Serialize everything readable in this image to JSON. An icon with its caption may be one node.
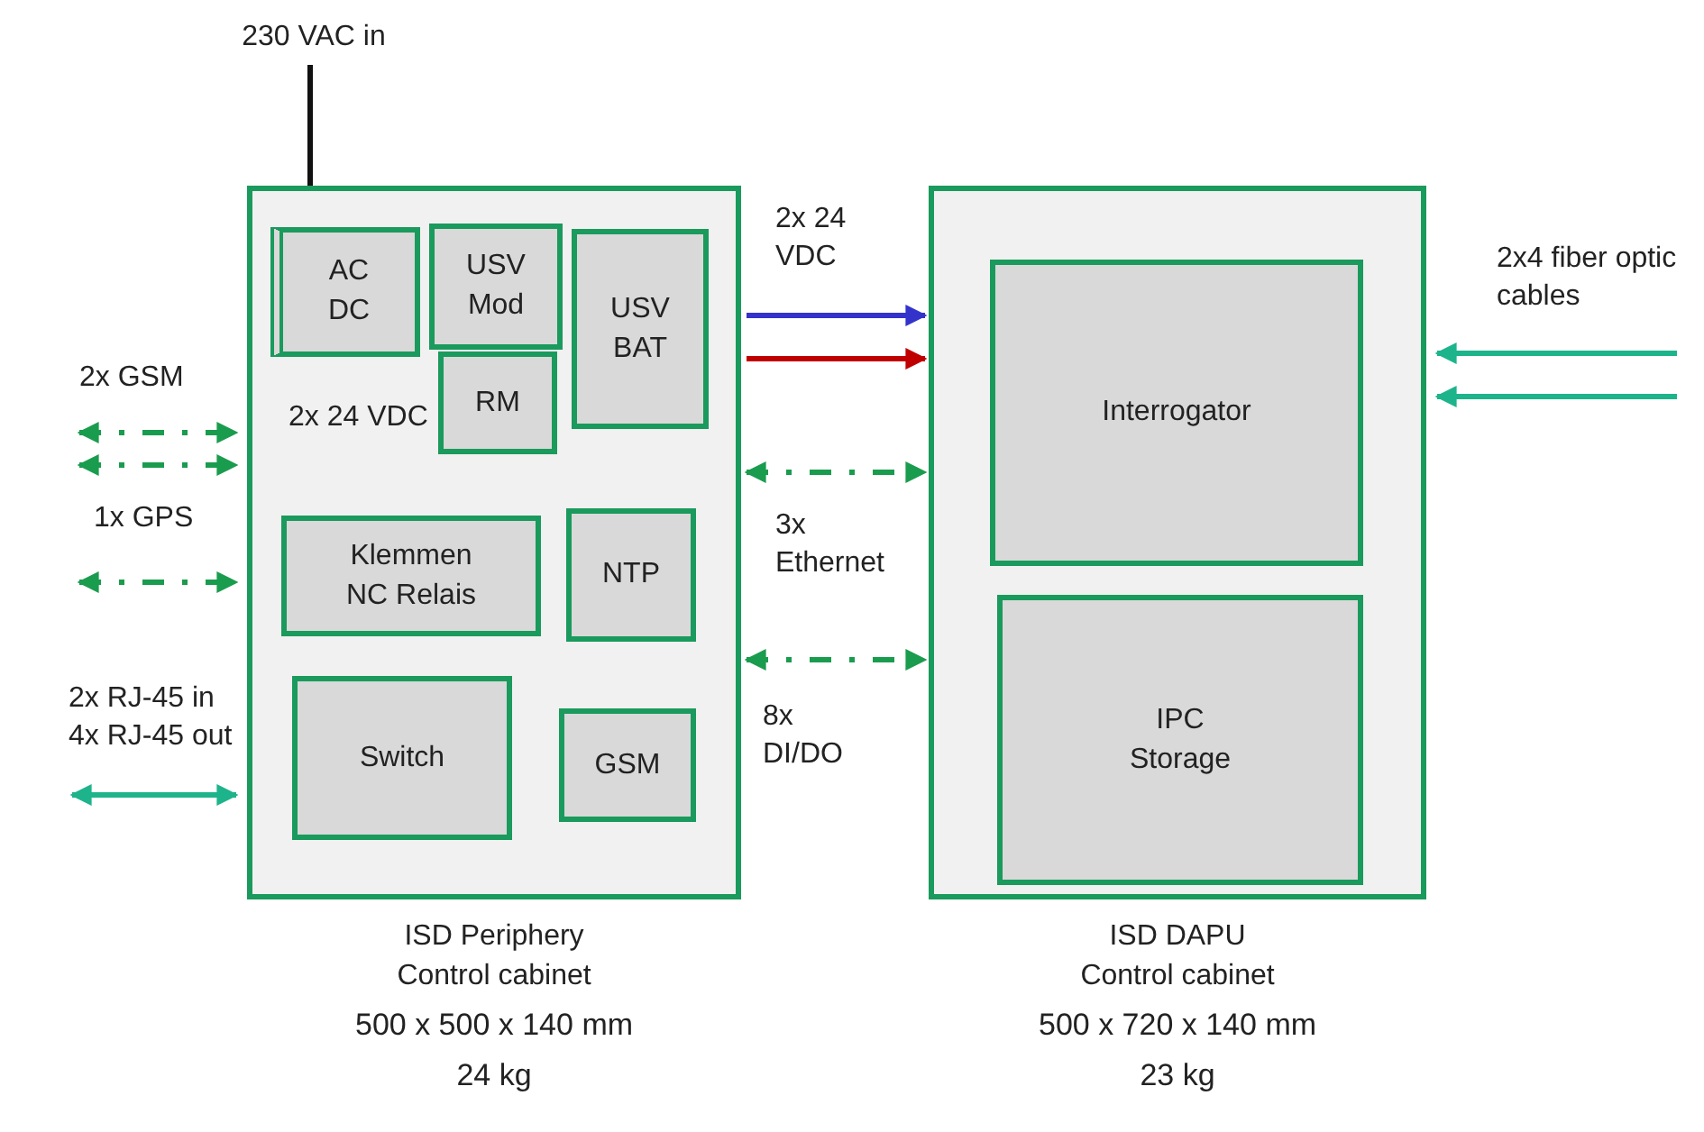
{
  "diagram": {
    "nodes": [
      {
        "text": [
          "ISD Periphery Control cabinet"
        ],
        "beside": [
          "500 x 500 x 140 mm",
          "24 kg"
        ]
      },
      {
        "text": [
          "AC DC"
        ],
        "in": 0
      },
      {
        "text": [
          "USV Mod"
        ],
        "in": 0
      },
      {
        "text": [
          "USV BAT"
        ],
        "in": 0
      },
      {
        "text": [
          "RM"
        ],
        "in": 0
      },
      {
        "text": [
          "Klemmen NC Relais"
        ],
        "in": 0
      },
      {
        "text": [
          "NTP"
        ],
        "in": 0
      },
      {
        "text": [
          "Switch"
        ],
        "in": 0
      },
      {
        "text": [
          "GSM"
        ],
        "in": 0
      },
      {
        "text": [
          "ISD DAPU Control cabinet"
        ],
        "beside": [
          "500 x 720 x 140 mm",
          "23 kg"
        ]
      },
      {
        "text": [
          "Interrogator"
        ],
        "in": 9
      },
      {
        "text": [
          "IPC Storage"
        ],
        "in": 9
      },
      {
        "text": [
          "230 VAC in"
        ]
      }
    ],
    "edges": [
      {
        "from": 12,
        "to": 1,
        "arrow": "to",
        "color": "#111111"
      },
      {
        "from": null,
        "to": 0,
        "arrow": "both",
        "style": "dashed"
      },
      {
        "from": null,
        "to": 0,
        "arrow": "both",
        "style": "dashed"
      },
      {
        "from": null,
        "to": 0,
        "arrow": "both",
        "style": "dashed"
      },
      {
        "from": null,
        "to": 0,
        "arrow": "both",
        "color": "#1db48b"
      },
      {
        "from": 0,
        "to": 9,
        "arrow": "to",
        "color": "#3333cc"
      },
      {
        "from": 0,
        "to": 9,
        "arrow": "to",
        "color": "#c00000"
      },
      {
        "from": 0,
        "to": 9,
        "arrow": "both",
        "style": "dashed"
      },
      {
        "from": 0,
        "to": 9,
        "arrow": "both",
        "style": "dashed"
      },
      {
        "from": null,
        "to": 9,
        "arrow": "to",
        "color": "#1db48b"
      },
      {
        "from": null,
        "to": 9,
        "arrow": "to",
        "color": "#1db48b"
      }
    ],
    "labels": [
      "2x 24 VDC",
      "2x4 fiber optic cables",
      "2x GSM",
      "2x 24 VDC",
      "1x GPS",
      "3x Ethernet",
      "8x DI/DO",
      "2x RJ-45 in 4x RJ-45 out"
    ]
  }
}
